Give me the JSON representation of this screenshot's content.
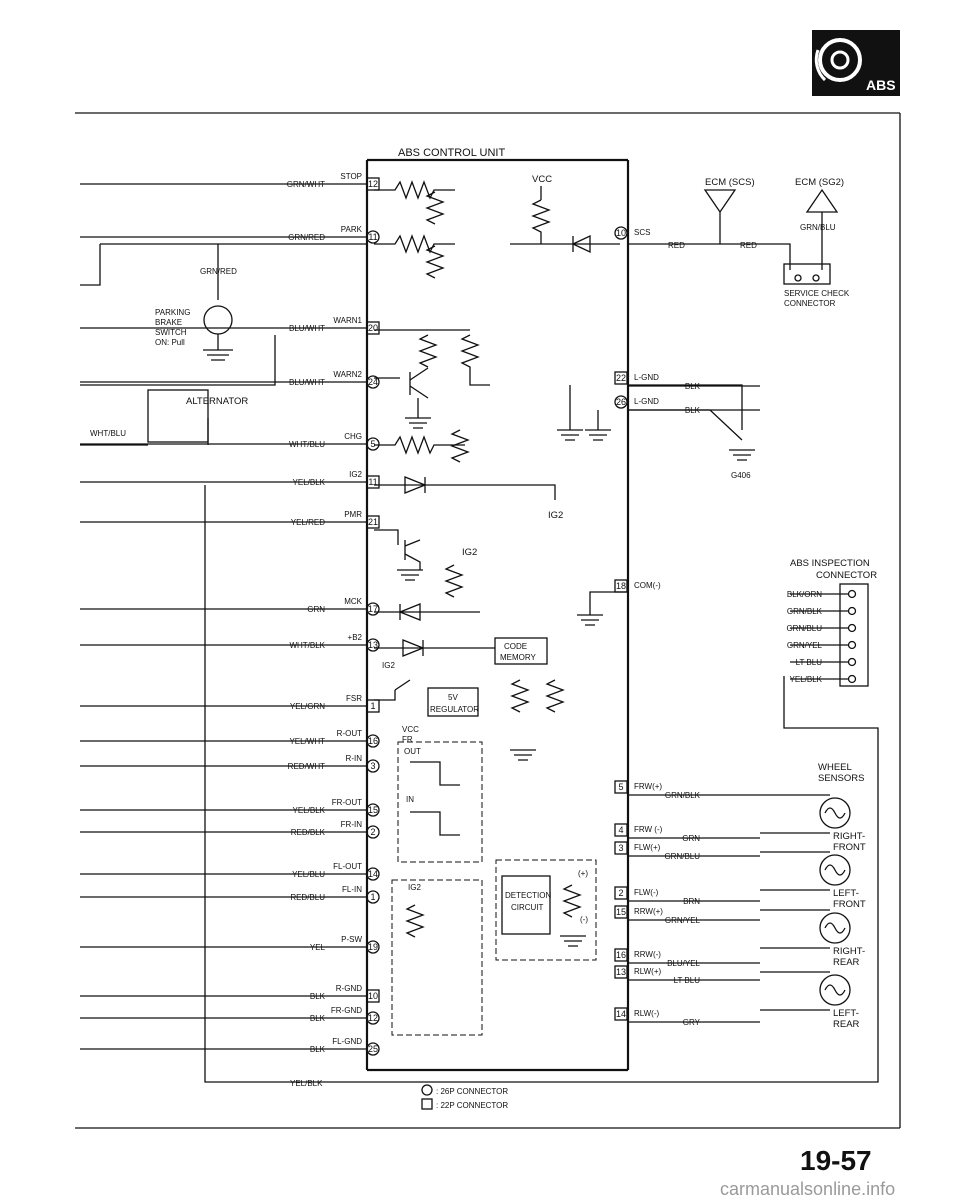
{
  "logo": {
    "text": "ABS"
  },
  "unit_title": "ABS CONTROL UNIT",
  "ecm": {
    "scs": "ECM (SCS)",
    "sg2": "ECM (SG2)",
    "sg2_wire": "GRN/BLU",
    "red1": "RED",
    "red2": "RED"
  },
  "service_check": [
    "SERVICE CHECK",
    "CONNECTOR"
  ],
  "ground_label": "G406",
  "parking": {
    "lines": [
      "PARKING",
      "BRAKE",
      "SWITCH",
      "ON: Pull"
    ],
    "wire": "GRN/RED"
  },
  "alternator": "ALTERNATOR",
  "wht_blu": "WHT/BLU",
  "vcc": "VCC",
  "ig2": "IG2",
  "code_memory": [
    "CODE",
    "MEMORY"
  ],
  "regulator": [
    "5V",
    "REGULATOR"
  ],
  "detection": [
    "DETECTION",
    "CIRCUIT"
  ],
  "plus": "(+)",
  "minus": "(-)",
  "fr": "FR",
  "out": "OUT",
  "in": "IN",
  "left_pins": [
    {
      "wire": "GRN/WHT",
      "pin": "STOP",
      "num": "12",
      "shape": "sq"
    },
    {
      "wire": "GRN/RED",
      "pin": "PARK",
      "num": "11",
      "shape": "ci"
    },
    {
      "wire": "BLU/WHT",
      "pin": "WARN1",
      "num": "20",
      "shape": "sq"
    },
    {
      "wire": "BLU/WHT",
      "pin": "WARN2",
      "num": "24",
      "shape": "ci"
    },
    {
      "wire": "WHT/BLU",
      "pin": "CHG",
      "num": "5",
      "shape": "ci"
    },
    {
      "wire": "YEL/BLK",
      "pin": "IG2",
      "num": "11",
      "shape": "sq"
    },
    {
      "wire": "YEL/RED",
      "pin": "PMR",
      "num": "21",
      "shape": "sq"
    },
    {
      "wire": "GRN",
      "pin": "MCK",
      "num": "17",
      "shape": "ci"
    },
    {
      "wire": "WHT/BLK",
      "pin": "+B2",
      "num": "13",
      "shape": "ci"
    },
    {
      "wire": "YEL/GRN",
      "pin": "FSR",
      "num": "1",
      "shape": "sq"
    },
    {
      "wire": "YEL/WHT",
      "pin": "R-OUT",
      "num": "16",
      "shape": "ci"
    },
    {
      "wire": "RED/WHT",
      "pin": "R-IN",
      "num": "3",
      "shape": "ci"
    },
    {
      "wire": "YEL/BLK",
      "pin": "FR-OUT",
      "num": "15",
      "shape": "ci"
    },
    {
      "wire": "RED/BLK",
      "pin": "FR-IN",
      "num": "2",
      "shape": "ci"
    },
    {
      "wire": "YEL/BLU",
      "pin": "FL-OUT",
      "num": "14",
      "shape": "ci"
    },
    {
      "wire": "RED/BLU",
      "pin": "FL-IN",
      "num": "1",
      "shape": "ci"
    },
    {
      "wire": "YEL",
      "pin": "P-SW",
      "num": "19",
      "shape": "ci"
    },
    {
      "wire": "BLK",
      "pin": "R-GND",
      "num": "10",
      "shape": "sq"
    },
    {
      "wire": "BLK",
      "pin": "FR-GND",
      "num": "12",
      "shape": "ci"
    },
    {
      "wire": "BLK",
      "pin": "FL-GND",
      "num": "25",
      "shape": "ci"
    }
  ],
  "bottom_wire": "YEL/BLK",
  "right_pins": [
    {
      "num": "10",
      "shape": "ci",
      "pin": "SCS"
    },
    {
      "num": "22",
      "shape": "sq",
      "pin": "L-GND",
      "wire": "BLK"
    },
    {
      "num": "26",
      "shape": "ci",
      "pin": "L-GND",
      "wire": "BLK"
    },
    {
      "num": "18",
      "shape": "sq",
      "pin": "COM(-)"
    },
    {
      "num": "5",
      "shape": "sq",
      "pin": "FRW(+)",
      "wire": "GRN/BLK"
    },
    {
      "num": "4",
      "shape": "sq",
      "pin": "FRW (-)",
      "wire": "GRN"
    },
    {
      "num": "3",
      "shape": "sq",
      "pin": "FLW(+)",
      "wire": "GRN/BLU"
    },
    {
      "num": "2",
      "shape": "sq",
      "pin": "FLW(-)",
      "wire": "BRN"
    },
    {
      "num": "15",
      "shape": "sq",
      "pin": "RRW(+)",
      "wire": "GRN/YEL"
    },
    {
      "num": "16",
      "shape": "sq",
      "pin": "RRW(-)",
      "wire": "BLU/YEL"
    },
    {
      "num": "13",
      "shape": "sq",
      "pin": "RLW(+)",
      "wire": "LT BLU"
    },
    {
      "num": "14",
      "shape": "sq",
      "pin": "RLW(-)",
      "wire": "GRY"
    }
  ],
  "inspection": {
    "title": [
      "ABS INSPECTION",
      "CONNECTOR"
    ],
    "wires": [
      "BLK/ORN",
      "GRN/BLK",
      "GRN/BLU",
      "GRN/YEL",
      "LT BLU",
      "YEL/BLK"
    ]
  },
  "wheel_title": [
    "WHEEL",
    "SENSORS"
  ],
  "wheels": [
    [
      "RIGHT-",
      "FRONT"
    ],
    [
      "LEFT-",
      "FRONT"
    ],
    [
      "RIGHT-",
      "REAR"
    ],
    [
      "LEFT-",
      "REAR"
    ]
  ],
  "legend": [
    ": 26P CONNECTOR",
    ": 22P CONNECTOR"
  ],
  "page_number": "19-57",
  "watermark": "carmanualsonline.info"
}
